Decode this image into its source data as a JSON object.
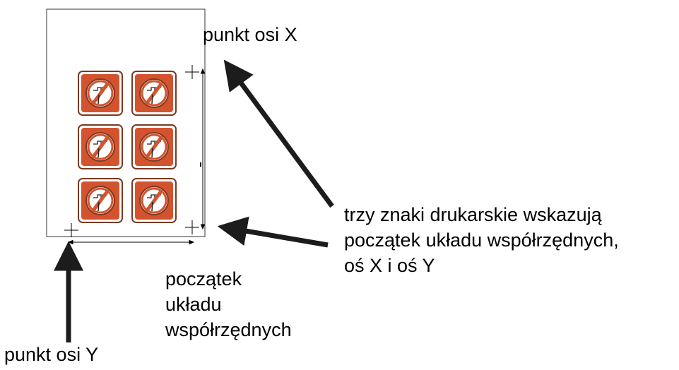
{
  "labels": {
    "x_axis_point": "punkt osi X",
    "y_axis_point": "punkt osi Y",
    "marks_note": [
      "trzy znaki drukarskie wskazują",
      "początek układu współrzędnych,",
      "oś X i oś Y"
    ],
    "origin_note": [
      "początek",
      "układu",
      "współrzędnych"
    ]
  },
  "colors": {
    "sign_orange": "#d4532f",
    "sign_frame": "#7a3a22",
    "ink": "#1c1c1c"
  },
  "sheet": {
    "sign_count": 6,
    "registration_marks": 3,
    "sign_icon": "no-overtaking-sign"
  }
}
